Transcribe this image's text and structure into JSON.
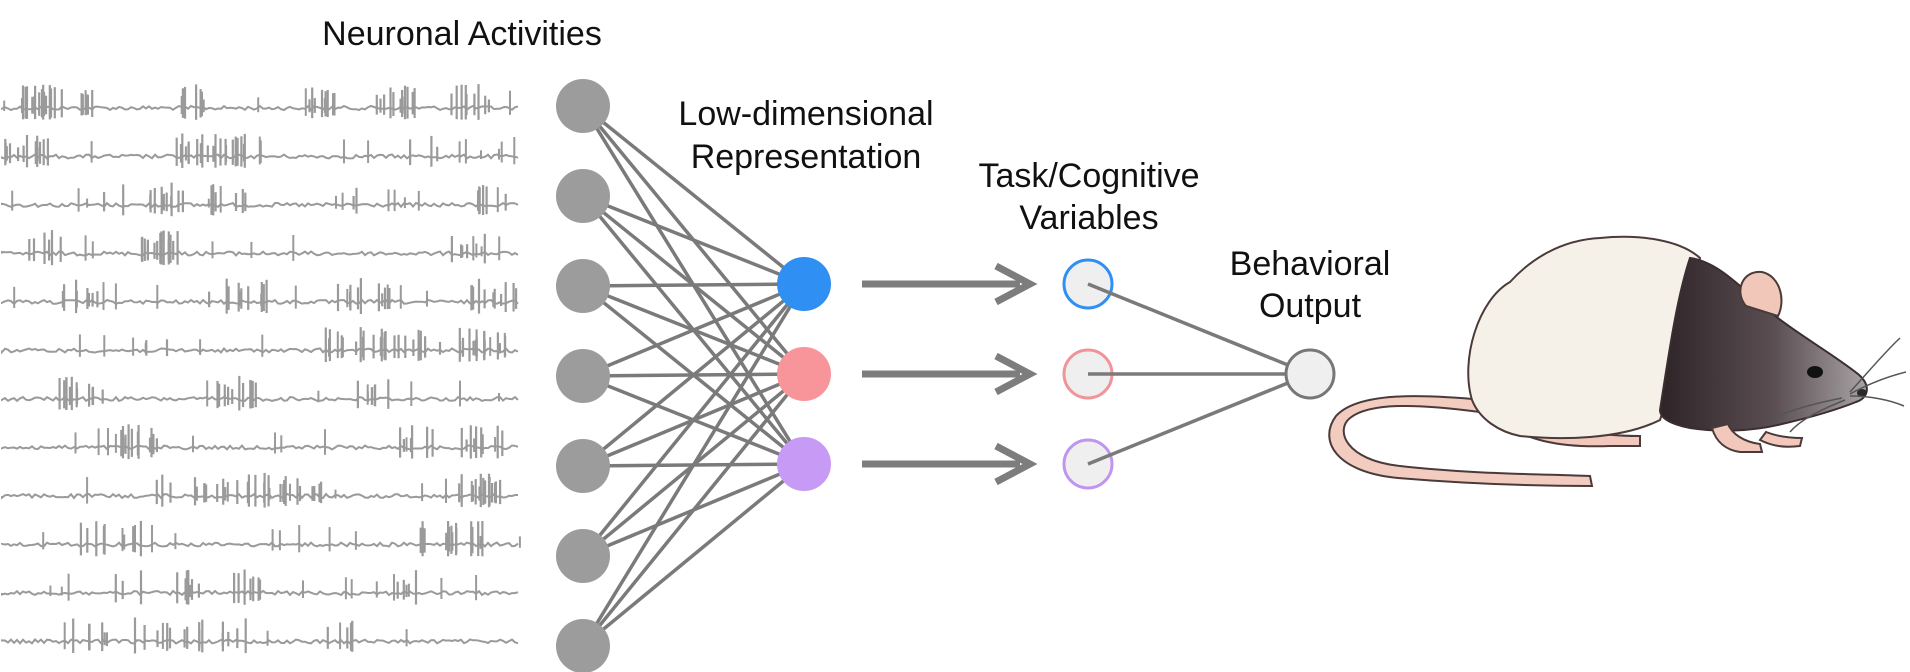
{
  "labels": {
    "neuronal_activities": "Neuronal Activities",
    "low_dim_line1": "Low-dimensional",
    "low_dim_line2": "Representation",
    "task_line1": "Task/Cognitive",
    "task_line2": "Variables",
    "behavior_line1": "Behavioral",
    "behavior_line2": "Output"
  },
  "network": {
    "input_neuron_count": 7,
    "latent_colors": [
      "#2f8ff2",
      "#f7959a",
      "#c79af5"
    ],
    "task_ring_colors": [
      "#2f8ff2",
      "#f19499",
      "#c194f0"
    ],
    "task_fill": "#efefef",
    "output_ring": "#777777",
    "neuron_color": "#9c9c9c",
    "edge_color": "#7a7a7a",
    "arrow_color": "#7d7d7d"
  },
  "traces": {
    "count": 12,
    "color": "#9a9a9a"
  },
  "animal": {
    "icon": "rat-illustration"
  }
}
